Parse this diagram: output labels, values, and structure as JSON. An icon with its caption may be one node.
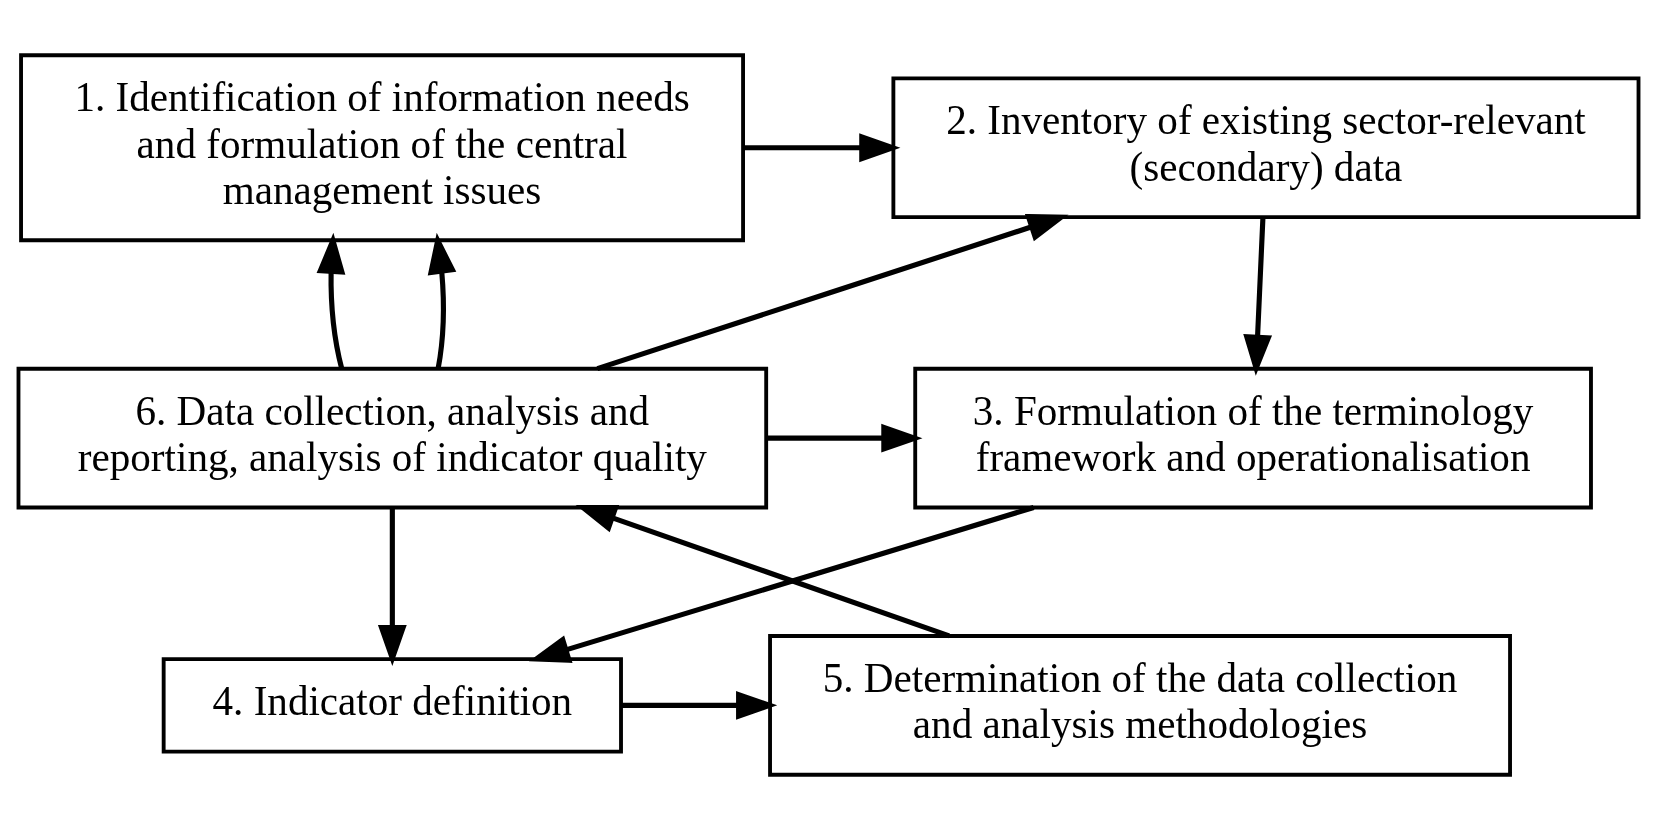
{
  "diagram": {
    "nodes": [
      {
        "text": [
          "1. Identification of information needs and formulation of the central management issues"
        ]
      },
      {
        "text": [
          "2. Inventory of existing sector-relevant (secondary) data"
        ]
      },
      {
        "text": [
          "3. Formulation of the terminology framework and operationalisation"
        ]
      },
      {
        "text": [
          "4. Indicator definition"
        ]
      },
      {
        "text": [
          "5. Determination of the data collection and analysis methodologies"
        ]
      },
      {
        "text": [
          "6. Data collection, analysis and reporting, analysis of indicator quality"
        ]
      }
    ],
    "edges": [
      {
        "from": 0,
        "to": 1,
        "arrow": "to"
      },
      {
        "from": 5,
        "to": 1,
        "arrow": "to"
      },
      {
        "from": 5,
        "to": 0,
        "arrow": "to"
      },
      {
        "from": 5,
        "to": 0,
        "arrow": "to"
      },
      {
        "from": 5,
        "to": 2,
        "arrow": "to"
      },
      {
        "from": 5,
        "to": 3,
        "arrow": "to"
      },
      {
        "from": 1,
        "to": 2,
        "arrow": "to"
      },
      {
        "from": 2,
        "to": 3,
        "arrow": "to"
      },
      {
        "from": 3,
        "to": 4,
        "arrow": "to"
      },
      {
        "from": 4,
        "to": 5,
        "arrow": "to"
      }
    ]
  }
}
